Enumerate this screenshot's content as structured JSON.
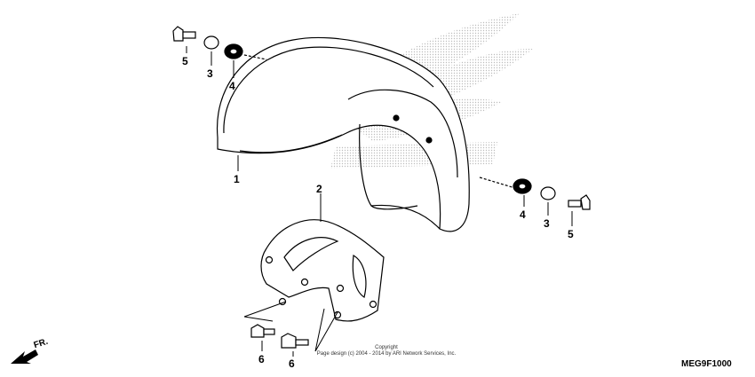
{
  "callouts": {
    "fender_top": "1",
    "stay": "2",
    "collar_left": "3",
    "collar_right": "3",
    "rubber_left": "4",
    "rubber_right": "4",
    "bolt_left": "5",
    "bolt_right": "5",
    "bolt_lower_left": "6",
    "bolt_lower_right": "6"
  },
  "copyright": {
    "line1": "Copyright",
    "line2": "Page design (c) 2004 - 2014 by ARI Network Services, Inc."
  },
  "diagram_code": "MEG9F1000",
  "front_indicator": "FR.",
  "colors": {
    "line": "#000000",
    "watermark": "#bdbdbd"
  }
}
